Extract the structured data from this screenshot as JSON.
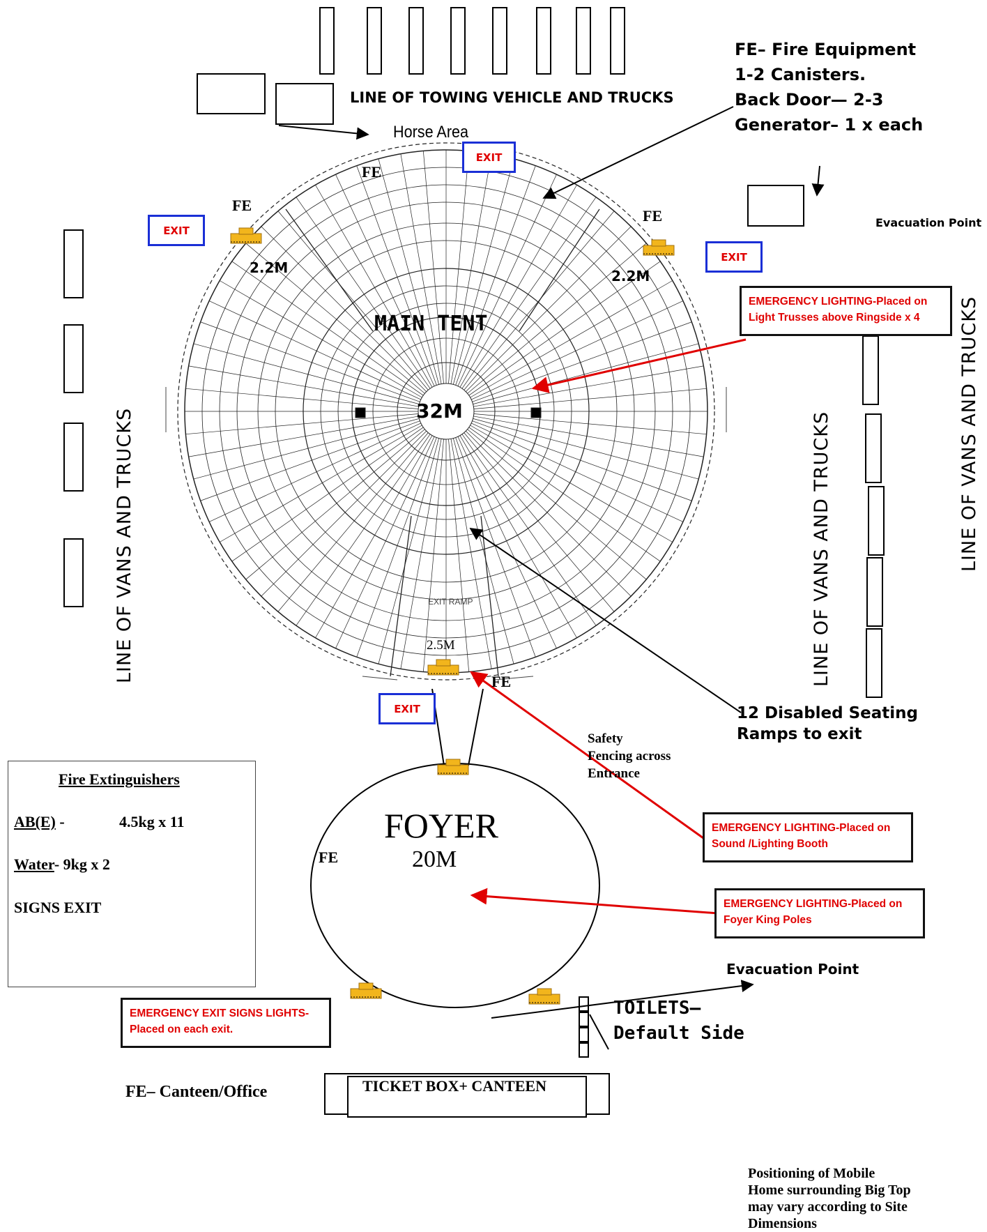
{
  "legend_top_right": {
    "line1": "FE– Fire Equipment",
    "line2": "1-2 Canisters.",
    "line3": "Back Door— 2-3",
    "line4": "Generator– 1 x each"
  },
  "labels": {
    "towing_line": "LINE OF TOWING VEHICLE AND TRUCKS",
    "horse_area": "Horse Area",
    "evac_point_top": "Evacuation Point",
    "evac_point_bottom": "Evacuation Point",
    "main_tent": "MAIN TENT",
    "center_diameter": "32M",
    "aisle_left": "2.2M",
    "aisle_right": "2.2M",
    "entrance_width": "2.5M",
    "exit_ramp": "EXIT RAMP",
    "vans_left": "LINE OF VANS AND TRUCKS",
    "vans_mid_right": "LINE OF VANS AND TRUCKS",
    "vans_far_right": "LINE OF VANS AND TRUCKS",
    "disabled_ramps_1": "12 Disabled Seating",
    "disabled_ramps_2": "Ramps to exit",
    "safety_1": "Safety",
    "safety_2": "Fencing across",
    "safety_3": "Entrance",
    "foyer": "FOYER",
    "foyer_size": "20M",
    "toilets_1": "TOILETS–",
    "toilets_2": "Default Side",
    "ticket_box": "TICKET BOX+ CANTEEN",
    "fe_canteen": "FE– Canteen/Office",
    "note_1": "Positioning of Mobile",
    "note_2": "Home surrounding Big Top",
    "note_3": "may vary according to Site",
    "note_4": "Dimensions"
  },
  "fe_markers": {
    "fe": "FE"
  },
  "exits": {
    "label": "EXIT"
  },
  "emergency_boxes": [
    {
      "line1": "EMERGENCY LIGHTING-Placed on",
      "line2": "Light Trusses above Ringside x 4"
    },
    {
      "line1": "EMERGENCY LIGHTING-Placed on",
      "line2": "Sound /Lighting Booth"
    },
    {
      "line1": "EMERGENCY LIGHTING-Placed on",
      "line2": "Foyer King Poles"
    },
    {
      "line1": "EMERGENCY EXIT SIGNS  LIGHTS-",
      "line2": "Placed on each exit."
    }
  ],
  "fire_extinguishers": {
    "title": "Fire Extinguishers",
    "ab_label": "AB(E)",
    "ab_dash": " -",
    "ab_value": "4.5kg x 11",
    "water_label": "Water",
    "water_value": "-  9kg x 2",
    "signs_exit": "SIGNS EXIT"
  },
  "colors": {
    "exit_border": "#1a2fd6",
    "exit_text": "#e00000",
    "arrow_red": "#e00000",
    "exit_sign_gold": "#f2b51c"
  }
}
